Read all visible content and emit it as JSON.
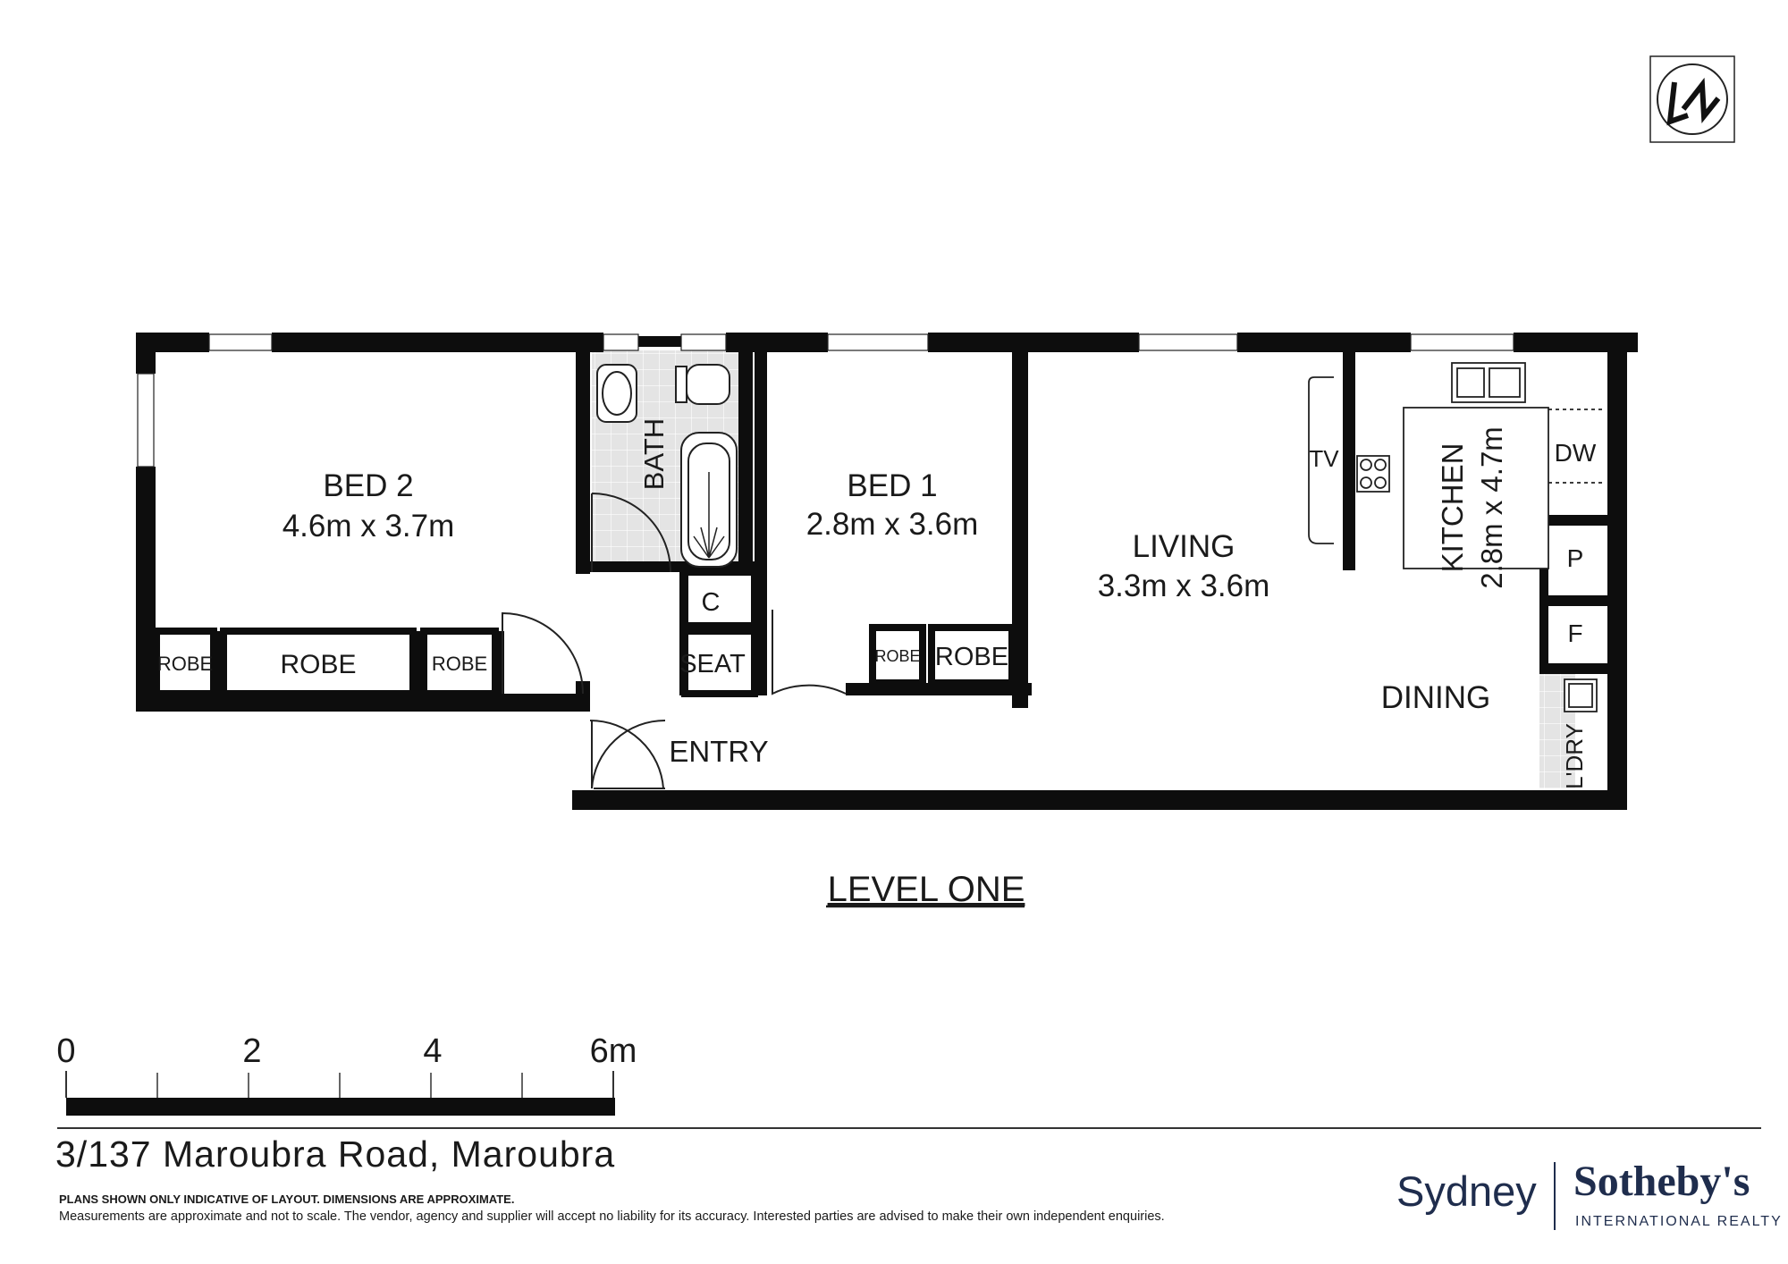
{
  "rooms": {
    "bed2": {
      "name": "BED 2",
      "size": "4.6m x 3.7m"
    },
    "bed1": {
      "name": "BED 1",
      "size": "2.8m x 3.6m"
    },
    "living": {
      "name": "LIVING",
      "size": "3.3m x 3.6m"
    },
    "kitchen": {
      "name": "KITCHEN",
      "size": "2.8m x 4.7m"
    },
    "bath": "BATH",
    "dining": "DINING",
    "entry": "ENTRY",
    "laundry": "L'DRY"
  },
  "fixtures": {
    "robe": "ROBE",
    "tv": "TV",
    "dw": "DW",
    "p": "P",
    "f": "F",
    "c": "C",
    "seat": "SEAT"
  },
  "level": "LEVEL ONE",
  "scale": {
    "labels": [
      "0",
      "2",
      "4",
      "6m"
    ]
  },
  "address": "3/137 Maroubra Road, Maroubra",
  "disclaimer": {
    "line1": "PLANS SHOWN ONLY INDICATIVE OF LAYOUT. DIMENSIONS ARE APPROXIMATE.",
    "line2": "Measurements are approximate and not to scale. The vendor, agency and supplier will accept no liability for its accuracy. Interested parties are advised to make their own independent enquiries."
  },
  "brand": {
    "city": "Sydney",
    "name": "Sotheby's",
    "sub": "INTERNATIONAL REALTY"
  },
  "colors": {
    "wall": "#0d0d0d",
    "wet_area": "#e4e4e4",
    "brand": "#1f2d4d"
  }
}
